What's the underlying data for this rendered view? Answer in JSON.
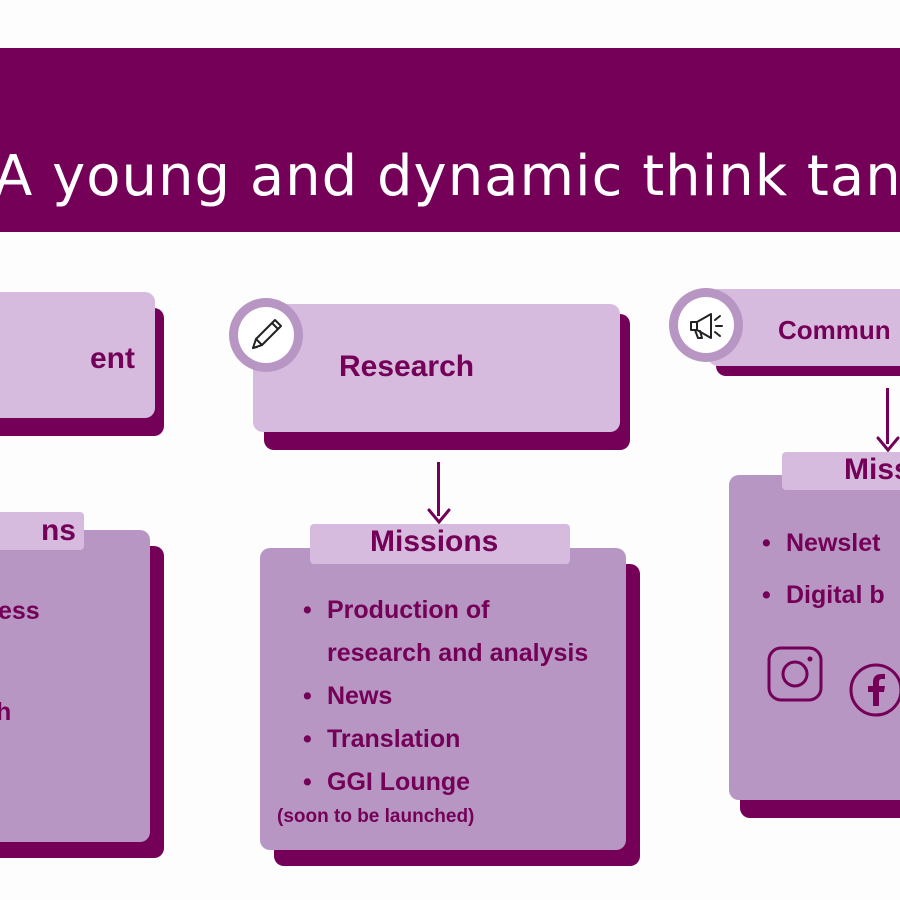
{
  "banner": {
    "title": "A young and dynamic think tank"
  },
  "left": {
    "title_fragment": "ent",
    "missions_fragment": "ns",
    "items": [
      "ess",
      "h"
    ]
  },
  "research": {
    "title": "Research",
    "missions_title": "Missions",
    "items": [
      "Production of",
      "research and analysis",
      "News",
      "Translation",
      "GGI Lounge"
    ],
    "note": "(soon to be launched)"
  },
  "communication": {
    "title": "Commun",
    "missions_title": "Miss",
    "items": [
      "Newslet",
      "Digital b"
    ]
  },
  "icons": {
    "research": "pencil-icon",
    "communication": "megaphone-icon",
    "social": [
      "instagram-icon",
      "facebook-icon"
    ]
  },
  "colors": {
    "primary": "#740057",
    "light": "#d6bbdf",
    "mid": "#b796c3"
  }
}
